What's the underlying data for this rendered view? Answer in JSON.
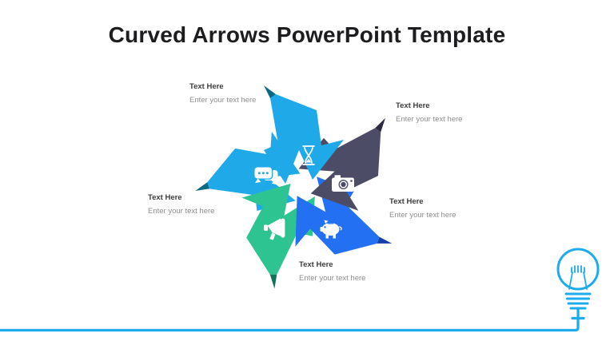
{
  "slide": {
    "title": "Curved Arrows PowerPoint Template"
  },
  "diagram": {
    "type": "curved-pinwheel-arrows",
    "steps": [
      {
        "position": "top",
        "heading": "Text Here",
        "body": "Enter your text here",
        "icon": "hourglass-icon",
        "color": "#1FA9E9",
        "fold": "#0A6A86"
      },
      {
        "position": "right",
        "heading": "Text Here",
        "body": "Enter your text here",
        "icon": "camera-icon",
        "color": "#4D4C66",
        "fold": "#2B2A40"
      },
      {
        "position": "bottom-right",
        "heading": "Text Here",
        "body": "Enter your text here",
        "icon": "piggy-bank-icon",
        "color": "#2470F2",
        "fold": "#1641A9"
      },
      {
        "position": "bottom-left",
        "heading": "Text Here",
        "body": "Enter your text here",
        "icon": "megaphone-icon",
        "color": "#2EC492",
        "fold": "#107257"
      },
      {
        "position": "left",
        "heading": "Text Here",
        "body": "Enter your text here",
        "icon": "chat-icon",
        "color": "#1FA9E9",
        "fold": "#0A6A86"
      }
    ]
  },
  "decor": {
    "accent": "#1CACEC",
    "corner_icon": "lightbulb-icon"
  }
}
